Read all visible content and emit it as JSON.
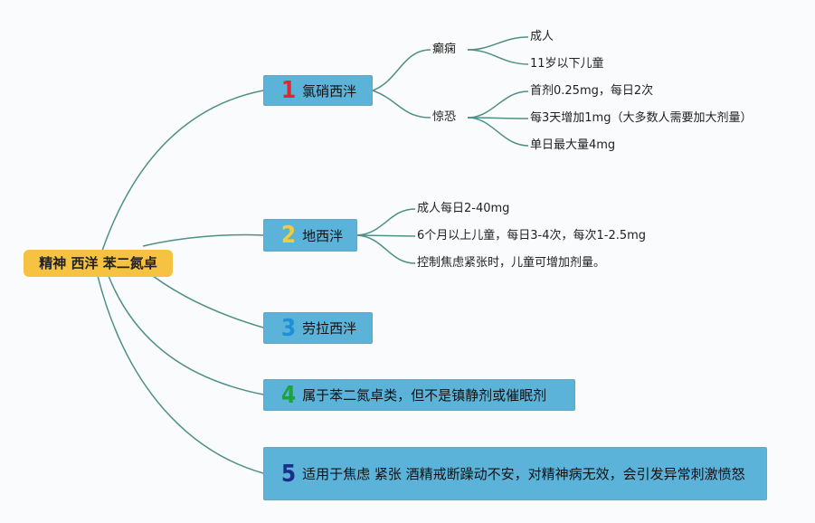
{
  "root": {
    "label": "精神 西洋 苯二氮卓"
  },
  "branches": [
    {
      "num": "1",
      "num_color": "#d92b2b",
      "label": "氯硝西泮"
    },
    {
      "num": "2",
      "num_color": "#f2cc3a",
      "label": "地西泮"
    },
    {
      "num": "3",
      "num_color": "#1f8fd6",
      "label": "劳拉西泮"
    },
    {
      "num": "4",
      "num_color": "#1ea33a",
      "label": "属于苯二氮卓类，但不是镇静剂或催眠剂"
    },
    {
      "num": "5",
      "num_color": "#1b2e8a",
      "label": "适用于焦虑 紧张 酒精戒断躁动不安，对精神病无效，会引发异常刺激愤怒"
    }
  ],
  "b1_children": {
    "epilepsy": {
      "label": "癫痫",
      "items": [
        "成人",
        "11岁以下儿童"
      ]
    },
    "panic": {
      "label": "惊恐",
      "items": [
        "首剂0.25mg，每日2次",
        "每3天增加1mg（大多数人需要加大剂量）",
        "单日最大量4mg"
      ]
    }
  },
  "b2_children": {
    "items": [
      "成人每日2-40mg",
      "6个月以上儿童，每日3-4次，每次1-2.5mg",
      "控制焦虑紧张时，儿童可增加剂量。"
    ]
  },
  "colors": {
    "edge": "#4f8f86",
    "root": "#f5c242",
    "branch": "#5cb3d9"
  }
}
